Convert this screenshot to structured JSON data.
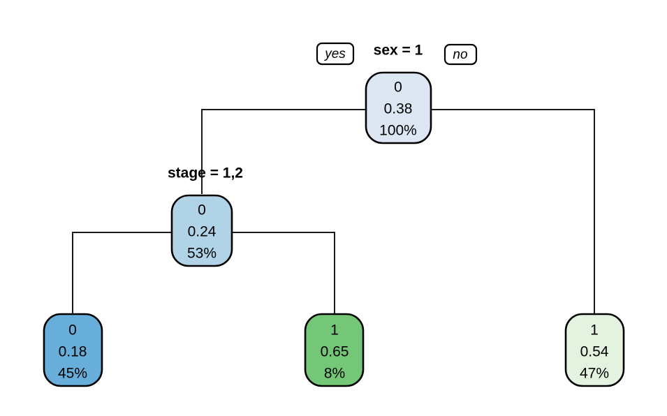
{
  "diagram": {
    "type": "decision-tree",
    "title": "",
    "background_color": "#ffffff",
    "edge_color": "#1a1a1a",
    "node_border_color": "#000000"
  },
  "branch_labels": {
    "yes": "yes",
    "no": "no"
  },
  "splits": [
    {
      "id": "root-split",
      "label": "sex = 1"
    },
    {
      "id": "stage-split",
      "label": "stage = 1,2"
    }
  ],
  "nodes": [
    {
      "id": "root",
      "name": "root-node",
      "prediction": "0",
      "probability": "0.38",
      "share": "100%",
      "fill": "#dce7f3",
      "kind": "internal"
    },
    {
      "id": "stage",
      "name": "stage-node",
      "prediction": "0",
      "probability": "0.24",
      "share": "53%",
      "fill": "#b1d3e8",
      "kind": "internal"
    },
    {
      "id": "leaf-left",
      "name": "leaf-node-left",
      "prediction": "0",
      "probability": "0.18",
      "share": "45%",
      "fill": "#67aedb",
      "kind": "leaf"
    },
    {
      "id": "leaf-middle",
      "name": "leaf-node-middle",
      "prediction": "1",
      "probability": "0.65",
      "share": "8%",
      "fill": "#74c776",
      "kind": "leaf"
    },
    {
      "id": "leaf-right",
      "name": "leaf-node-right",
      "prediction": "1",
      "probability": "0.54",
      "share": "47%",
      "fill": "#e4f3e0",
      "kind": "leaf"
    }
  ]
}
